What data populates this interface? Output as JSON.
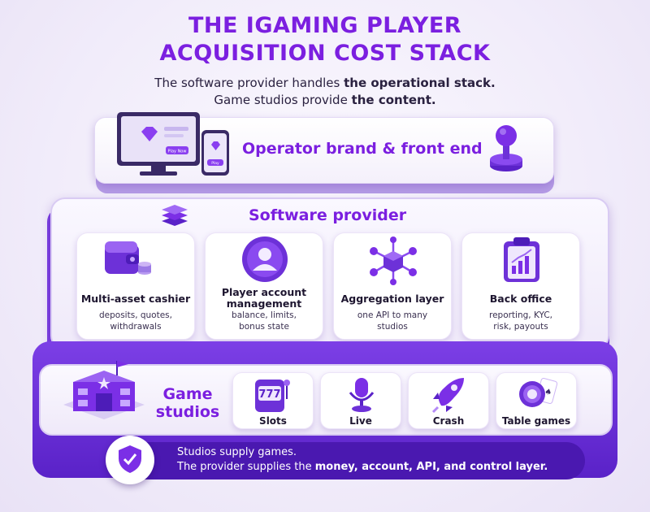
{
  "title": {
    "line1": "THE IGAMING PLAYER",
    "line2": "ACQUISITION COST STACK"
  },
  "subtitle": {
    "line1_prefix": "The software provider handles ",
    "line1_bold": "the operational stack.",
    "line2_prefix": "Game studios provide ",
    "line2_bold": "the content."
  },
  "operator": {
    "label": "Operator brand & front end",
    "desktop_button": "Play Now",
    "phone_button": "Play"
  },
  "software_provider": {
    "label": "Software provider",
    "cards": [
      {
        "title": "Multi-asset cashier",
        "desc": "deposits, quotes,\nwithdrawals",
        "icon": "wallet-icon"
      },
      {
        "title": "Player account\nmanagement",
        "desc": "balance, limits,\nbonus state",
        "icon": "user-icon"
      },
      {
        "title": "Aggregation layer",
        "desc": "one API to many\nstudios",
        "icon": "network-cube-icon"
      },
      {
        "title": "Back office",
        "desc": "reporting, KYC,\nrisk, payouts",
        "icon": "clipboard-chart-icon"
      }
    ]
  },
  "game_studios": {
    "label": "Game\nstudios",
    "items": [
      {
        "label": "Slots",
        "icon": "slot-machine-icon"
      },
      {
        "label": "Live",
        "icon": "microphone-icon"
      },
      {
        "label": "Crash",
        "icon": "rocket-icon"
      },
      {
        "label": "Table games",
        "icon": "poker-chip-cards-icon"
      }
    ],
    "slot_reels": "777"
  },
  "footer": {
    "line1": "Studios supply games.",
    "line2_prefix": "The provider supplies the ",
    "line2_bold": "money, account, API, and control layer."
  },
  "colors": {
    "accent": "#7b1fe0",
    "deep_purple": "#4a18b0",
    "light_purple": "#b69de6"
  }
}
